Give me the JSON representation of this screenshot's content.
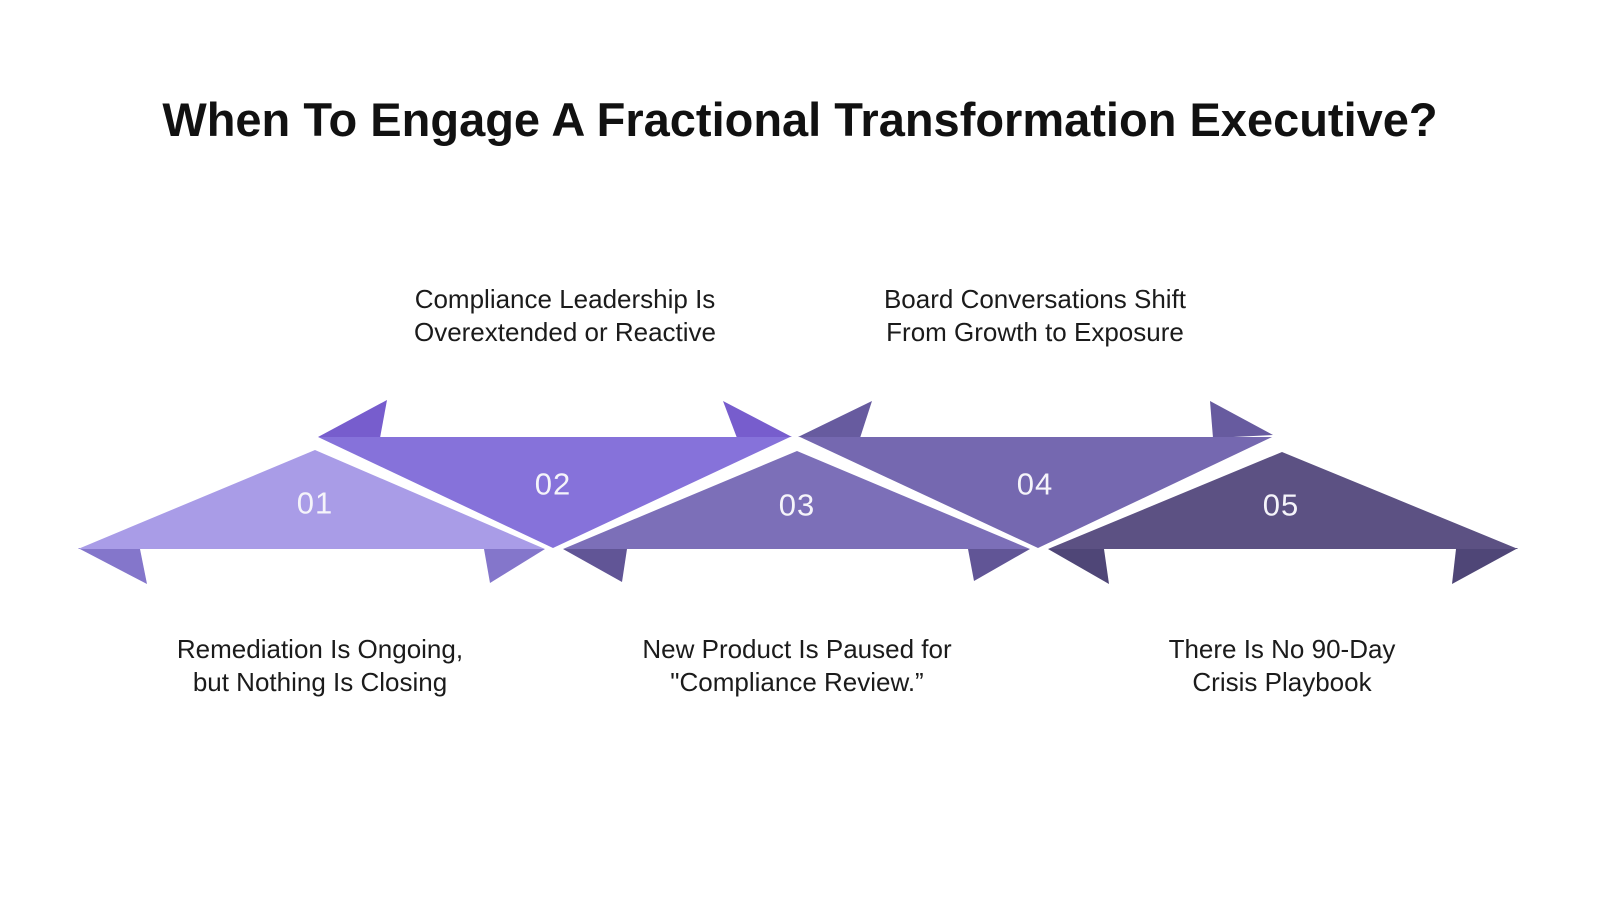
{
  "title": "When To Engage A Fractional Transformation Executive?",
  "steps": [
    {
      "number": "01",
      "label_line1": "Remediation Is Ongoing,",
      "label_line2": "but Nothing Is Closing",
      "label_position": "below",
      "color": "#a99ce7",
      "fold_color": "#8476cb"
    },
    {
      "number": "02",
      "label_line1": "Compliance Leadership Is",
      "label_line2": "Overextended or Reactive",
      "label_position": "above",
      "color": "#8672da",
      "fold_color": "#775dcd"
    },
    {
      "number": "03",
      "label_line1": "New Product Is Paused for",
      "label_line2": "\"Compliance Review.”",
      "label_position": "below",
      "color": "#7c6fb8",
      "fold_color": "#615596"
    },
    {
      "number": "04",
      "label_line1": "Board Conversations Shift",
      "label_line2": "From Growth to Exposure",
      "label_position": "above",
      "color": "#7568b0",
      "fold_color": "#675b9f"
    },
    {
      "number": "05",
      "label_line1": "There Is No 90-Day",
      "label_line2": "Crisis Playbook",
      "label_position": "below",
      "color": "#5c5183",
      "fold_color": "#4f4677"
    }
  ],
  "style": {
    "number_text_color": "#f5f4fa",
    "label_text_color": "#1b1b1b",
    "title_color": "#111111",
    "background": "#ffffff"
  }
}
